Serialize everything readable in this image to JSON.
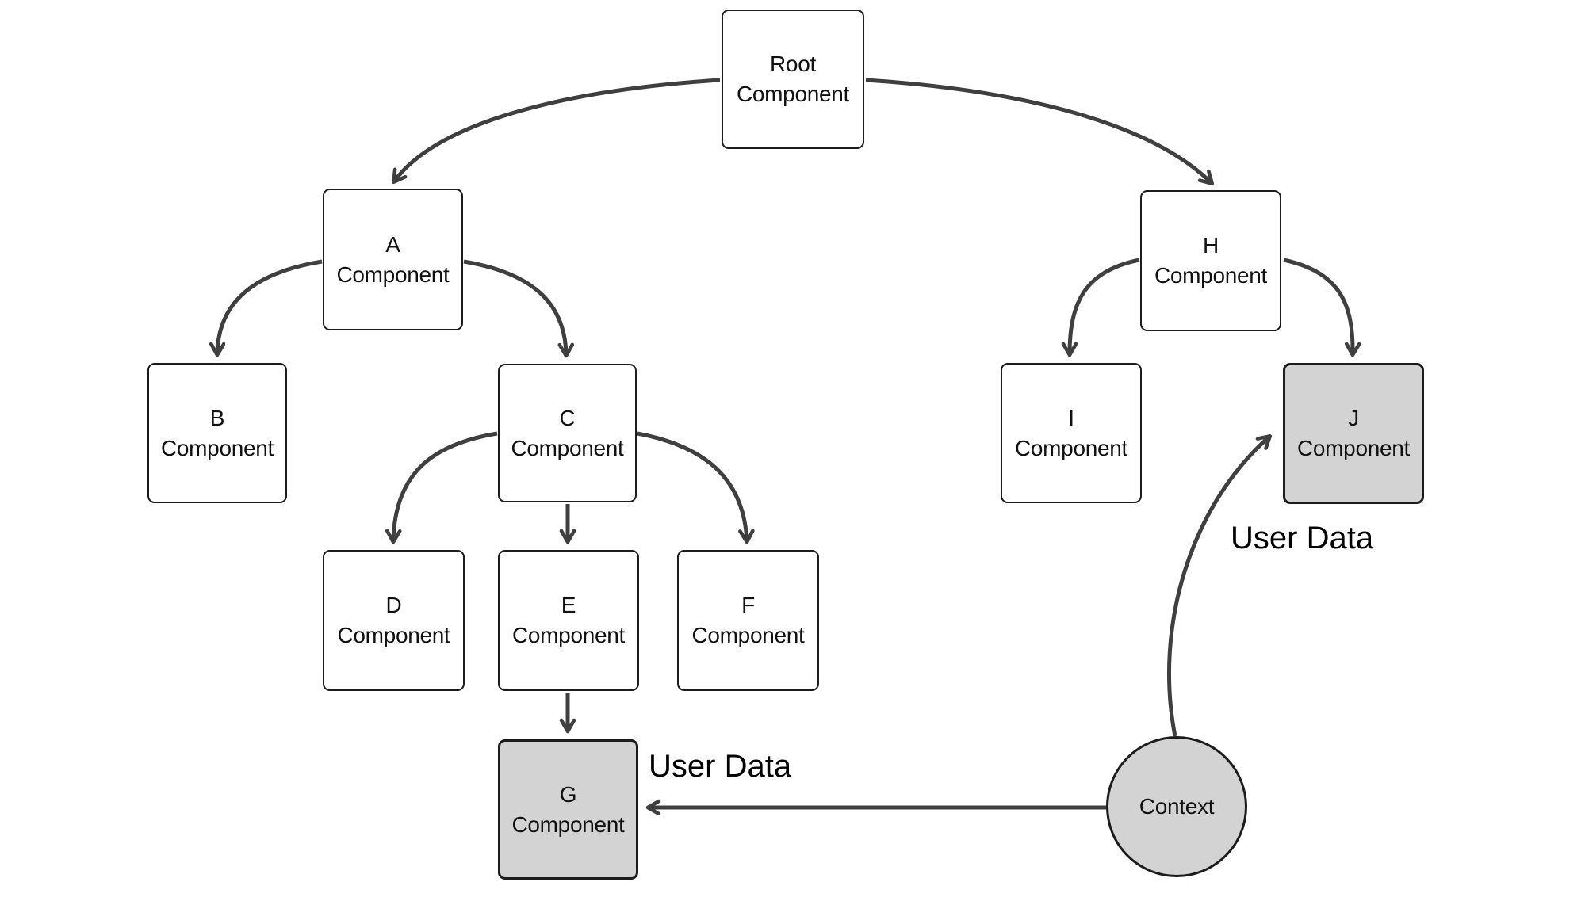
{
  "diagram_title": "",
  "nodes": {
    "root": {
      "line1": "Root",
      "line2": "Component",
      "shape": "rect",
      "highlighted": false
    },
    "a": {
      "line1": "A",
      "line2": "Component",
      "shape": "rect",
      "highlighted": false
    },
    "b": {
      "line1": "B",
      "line2": "Component",
      "shape": "rect",
      "highlighted": false
    },
    "c": {
      "line1": "C",
      "line2": "Component",
      "shape": "rect",
      "highlighted": false
    },
    "d": {
      "line1": "D",
      "line2": "Component",
      "shape": "rect",
      "highlighted": false
    },
    "e": {
      "line1": "E",
      "line2": "Component",
      "shape": "rect",
      "highlighted": false
    },
    "f": {
      "line1": "F",
      "line2": "Component",
      "shape": "rect",
      "highlighted": false
    },
    "g": {
      "line1": "G",
      "line2": "Component",
      "shape": "rect",
      "highlighted": true
    },
    "h": {
      "line1": "H",
      "line2": "Component",
      "shape": "rect",
      "highlighted": false
    },
    "i": {
      "line1": "I",
      "line2": "Component",
      "shape": "rect",
      "highlighted": false
    },
    "j": {
      "line1": "J",
      "line2": "Component",
      "shape": "rect",
      "highlighted": true
    },
    "context": {
      "label": "Context",
      "shape": "circle",
      "highlighted": true
    }
  },
  "edges": [
    {
      "from": "root",
      "to": "a",
      "label": ""
    },
    {
      "from": "root",
      "to": "h",
      "label": ""
    },
    {
      "from": "a",
      "to": "b",
      "label": ""
    },
    {
      "from": "a",
      "to": "c",
      "label": ""
    },
    {
      "from": "c",
      "to": "d",
      "label": ""
    },
    {
      "from": "c",
      "to": "e",
      "label": ""
    },
    {
      "from": "c",
      "to": "f",
      "label": ""
    },
    {
      "from": "e",
      "to": "g",
      "label": ""
    },
    {
      "from": "h",
      "to": "i",
      "label": ""
    },
    {
      "from": "h",
      "to": "j",
      "label": ""
    },
    {
      "from": "context",
      "to": "g",
      "label": "User Data"
    },
    {
      "from": "context",
      "to": "j",
      "label": "User Data"
    }
  ],
  "annotations": {
    "user_data_g": "User Data",
    "user_data_j": "User Data"
  },
  "colors": {
    "arrow": "#3f3f3f",
    "node_border": "#1c1c1c",
    "node_fill": "#ffffff",
    "highlight_fill": "#d3d3d3",
    "text": "#111111",
    "background": "#ffffff"
  }
}
